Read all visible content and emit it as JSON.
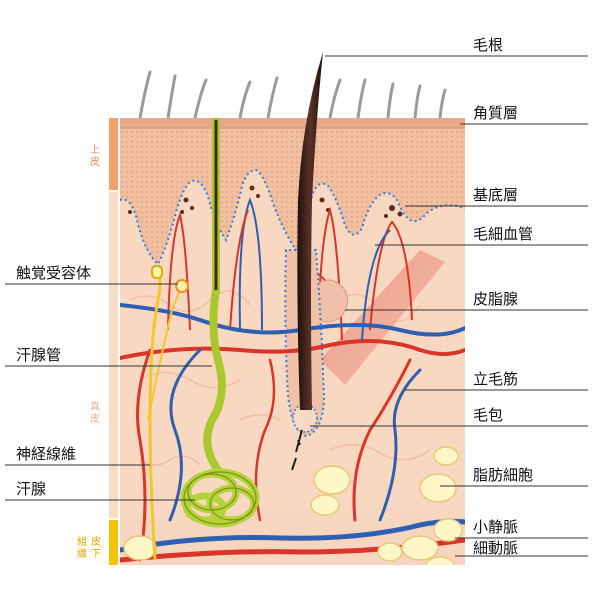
{
  "labels": {
    "right": [
      "毛根",
      "角質層",
      "基底層",
      "毛細血管",
      "皮脂腺",
      "立毛筋",
      "毛包",
      "脂肪細胞",
      "小静脈",
      "細動脈"
    ],
    "left": [
      "触覚受容体",
      "汗腺管",
      "神経線維",
      "汗腺"
    ]
  },
  "side_bar": {
    "epidermis": [
      "上",
      "皮"
    ],
    "dermis": [
      "真",
      "皮"
    ],
    "subcutis": [
      "皮",
      "下",
      "組",
      "織"
    ]
  },
  "colors": {
    "epidermis": "#f2bfa0",
    "dermis": "#f8d8c0",
    "subcutis": "#f7d6bf",
    "hair": "#3a1f1a",
    "artery": "#d9352b",
    "vein": "#2f5fb0",
    "sweat_gland": "#b5d23a",
    "nerve": "#f1c72c",
    "fat": "#fff6c8",
    "side_epidermis": "#f3a06a",
    "side_dermis": "#f9dcc6",
    "side_subcutis": "#f6c300"
  }
}
